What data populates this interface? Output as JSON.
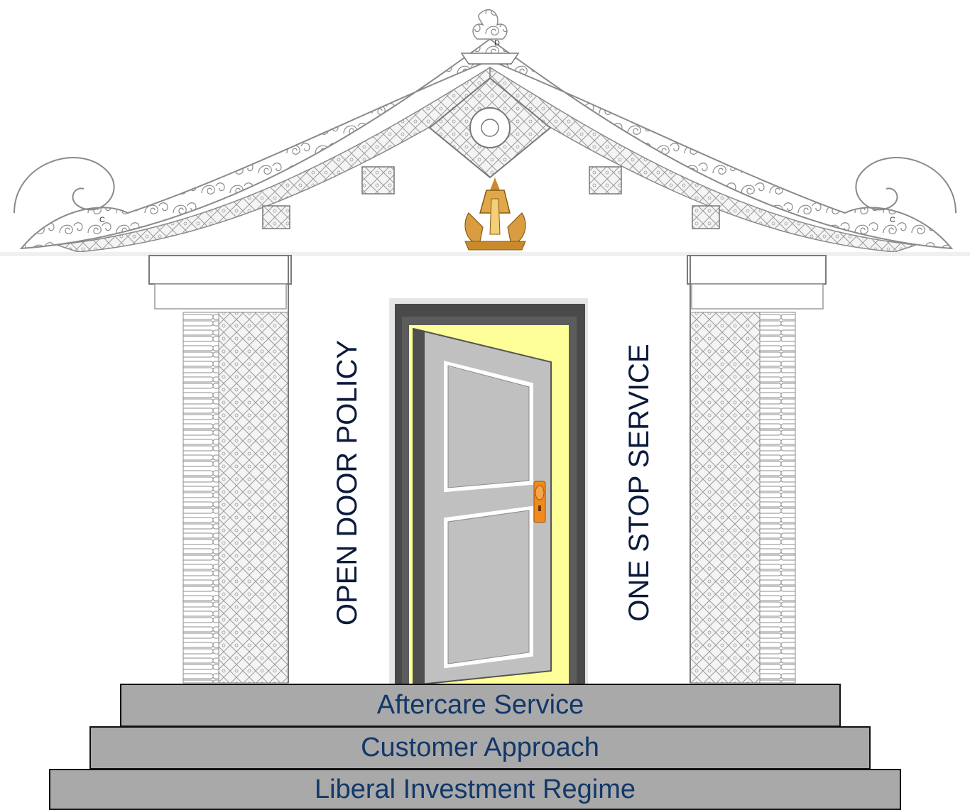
{
  "left_label": "OPEN DOOR POLICY",
  "right_label": "ONE STOP SERVICE",
  "steps": {
    "top": "Aftercare Service",
    "middle": "Customer Approach",
    "bottom": "Liberal Investment Regime"
  },
  "roof_marks": {
    "peak": "D",
    "left": "C",
    "right": "C"
  },
  "colors": {
    "door_glow": "#ffff99",
    "door_panel": "#c0c0c0",
    "door_handle": "#f08a1c",
    "step_fill": "#a9a9a9",
    "step_text": "#12386a",
    "vertical_text": "#0b1a3c"
  }
}
